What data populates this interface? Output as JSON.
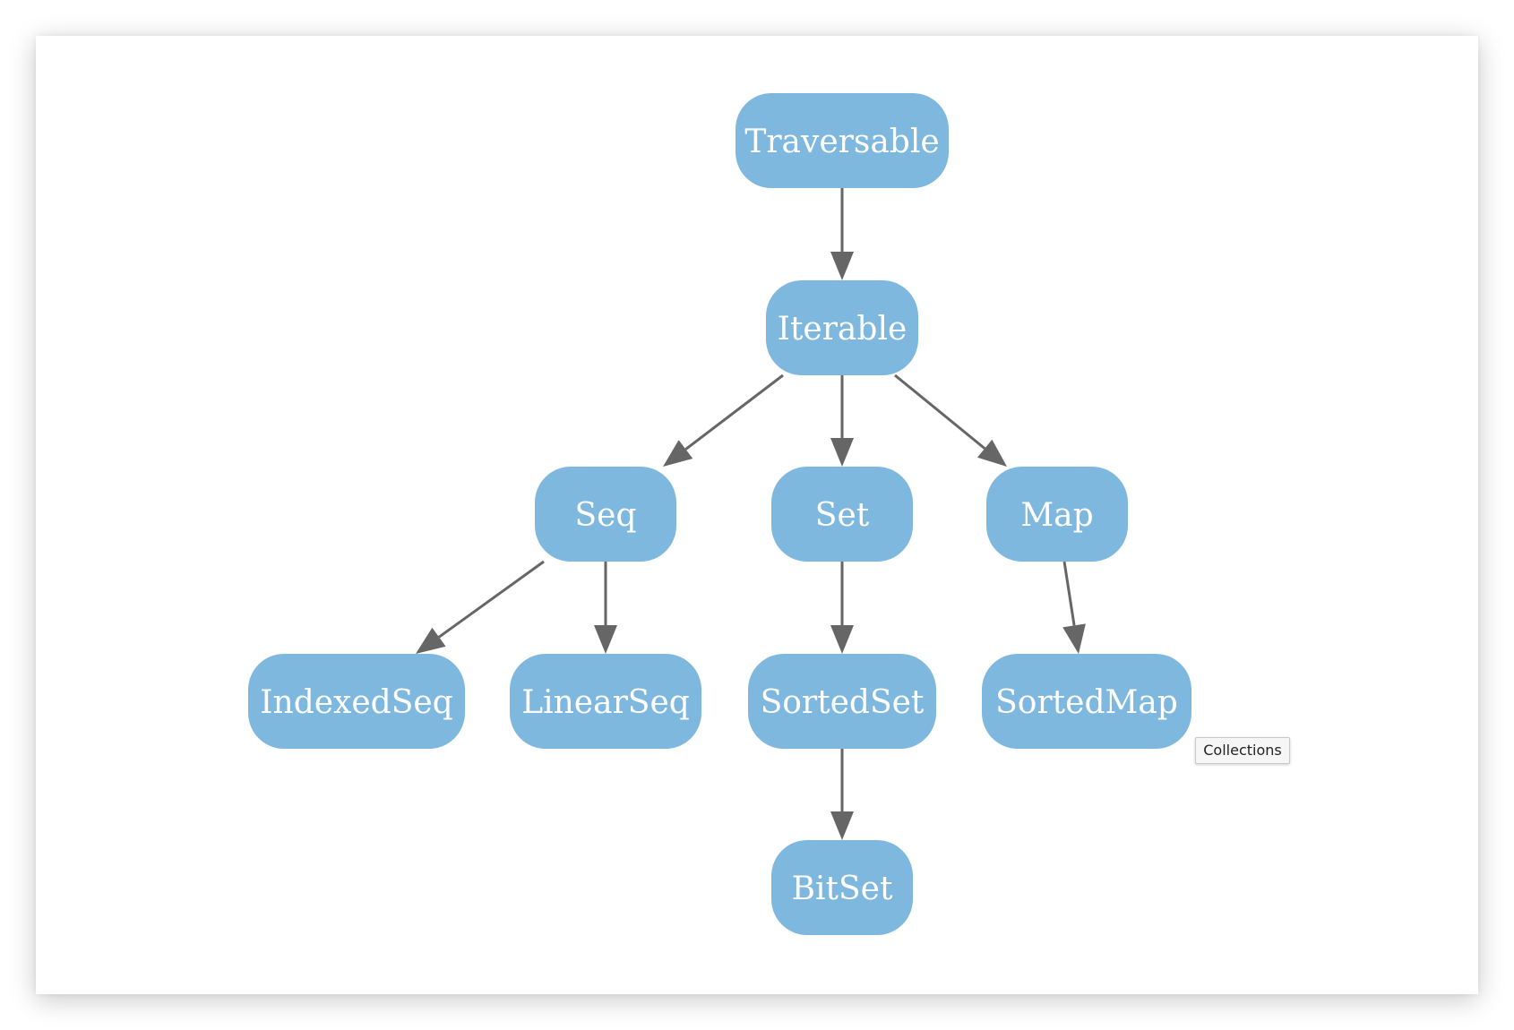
{
  "colors": {
    "node_fill": "#7fb8de",
    "node_text": "#ffffff",
    "edge": "#666666"
  },
  "diagram": {
    "nodes": [
      {
        "id": "traversable",
        "label": "Traversable"
      },
      {
        "id": "iterable",
        "label": "Iterable"
      },
      {
        "id": "seq",
        "label": "Seq"
      },
      {
        "id": "set",
        "label": "Set"
      },
      {
        "id": "map",
        "label": "Map"
      },
      {
        "id": "indexedseq",
        "label": "IndexedSeq"
      },
      {
        "id": "linearseq",
        "label": "LinearSeq"
      },
      {
        "id": "sortedset",
        "label": "SortedSet"
      },
      {
        "id": "sortedmap",
        "label": "SortedMap"
      },
      {
        "id": "bitset",
        "label": "BitSet"
      }
    ],
    "edges": [
      {
        "from": "traversable",
        "to": "iterable"
      },
      {
        "from": "iterable",
        "to": "seq"
      },
      {
        "from": "iterable",
        "to": "set"
      },
      {
        "from": "iterable",
        "to": "map"
      },
      {
        "from": "seq",
        "to": "indexedseq"
      },
      {
        "from": "seq",
        "to": "linearseq"
      },
      {
        "from": "set",
        "to": "sortedset"
      },
      {
        "from": "map",
        "to": "sortedmap"
      },
      {
        "from": "sortedset",
        "to": "bitset"
      }
    ]
  },
  "tooltip": {
    "text": "Collections"
  }
}
